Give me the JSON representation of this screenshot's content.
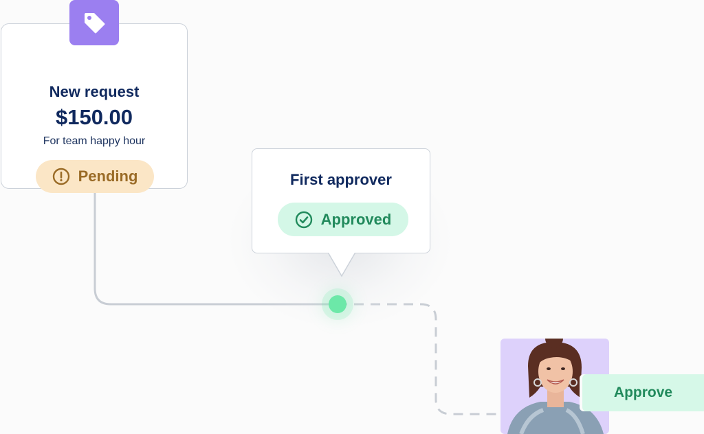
{
  "request": {
    "title": "New request",
    "amount": "$150.00",
    "description": "For team happy hour",
    "status": "Pending",
    "icon": "tag-icon",
    "accent": "#9b7ff0"
  },
  "approver": {
    "title": "First approver",
    "status": "Approved",
    "icon": "check-circle-icon"
  },
  "action": {
    "approve_label": "Approve"
  },
  "colors": {
    "navy": "#10295e",
    "pending_bg": "#fbe6c6",
    "pending_text": "#9a6b26",
    "approved_bg": "#d4f7e7",
    "approved_text": "#218a5c",
    "node": "#6ce8a8",
    "avatar_bg": "#ddd1fb"
  }
}
